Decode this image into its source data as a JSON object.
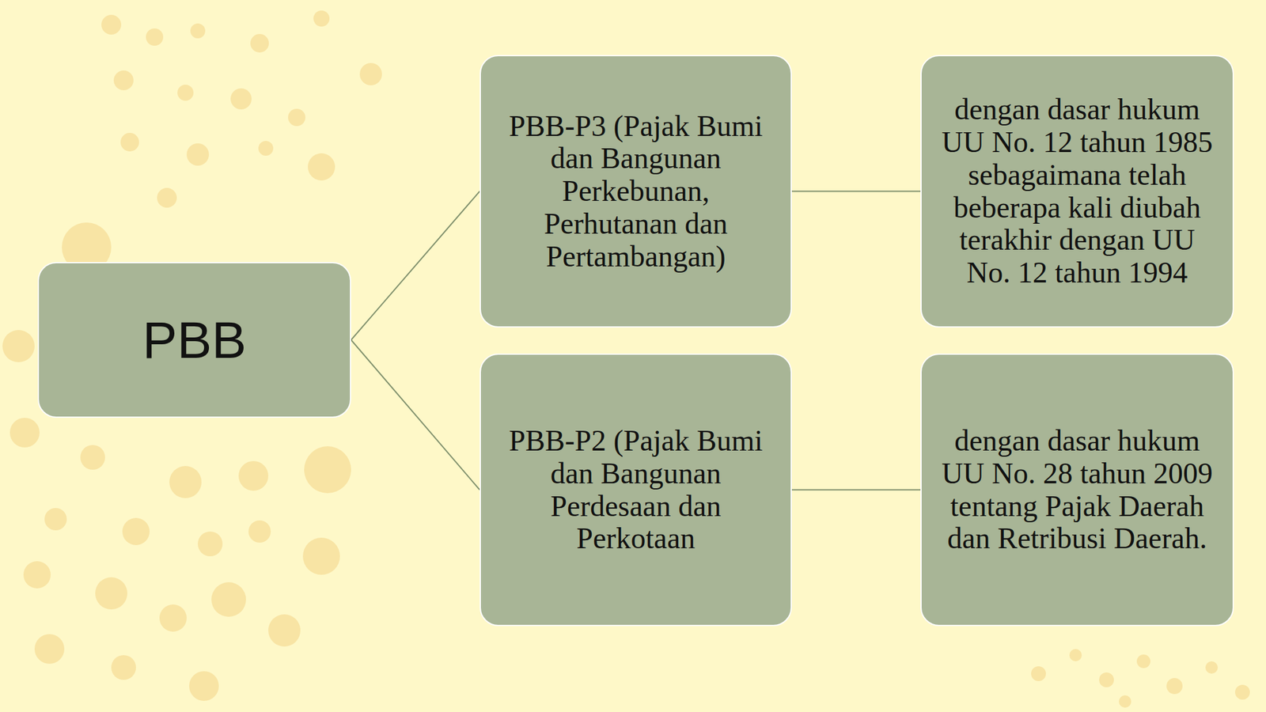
{
  "diagram": {
    "nodes": [
      {
        "text": [
          "PBB"
        ]
      },
      {
        "text": [
          "PBB-P3 (Pajak Bumi dan Bangunan Perkebunan, Perhutanan dan Pertambangan)"
        ]
      },
      {
        "text": [
          "dengan dasar hukum UU No. 12 tahun 1985 sebagaimana telah beberapa kali diubah terakhir dengan UU No. 12 tahun 1994"
        ]
      },
      {
        "text": [
          "PBB-P2 (Pajak Bumi dan Bangunan Perdesaan dan Perkotaan"
        ]
      },
      {
        "text": [
          "dengan dasar hukum UU No. 28 tahun 2009 tentang Pajak Daerah dan Retribusi Daerah."
        ]
      }
    ],
    "edges": [
      {
        "from": 0,
        "to": 1,
        "arrow": "none"
      },
      {
        "from": 0,
        "to": 3,
        "arrow": "none"
      },
      {
        "from": 1,
        "to": 2,
        "arrow": "none"
      },
      {
        "from": 3,
        "to": 4,
        "arrow": "none"
      }
    ]
  }
}
